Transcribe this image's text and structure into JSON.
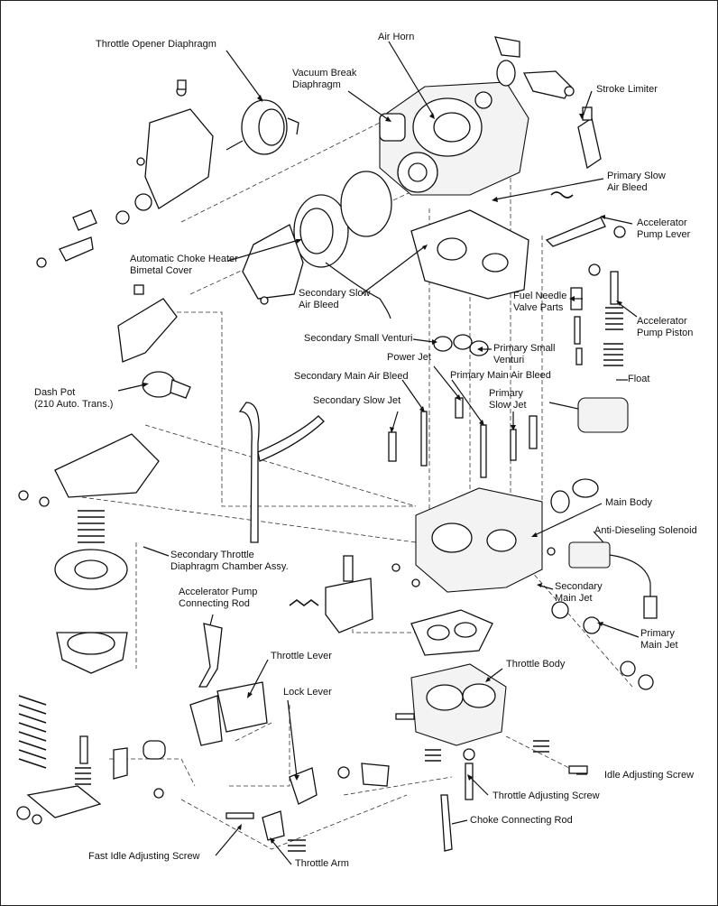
{
  "labels": [
    {
      "id": "throttle-opener-diaphragm",
      "text": "Throttle Opener Diaphragm"
    },
    {
      "id": "air-horn",
      "text": "Air Horn"
    },
    {
      "id": "vacuum-break-diaphragm",
      "text": "Vacuum Break\nDiaphragm"
    },
    {
      "id": "stroke-limiter",
      "text": "Stroke Limiter"
    },
    {
      "id": "primary-slow-air-bleed",
      "text": "Primary Slow\nAir Bleed"
    },
    {
      "id": "accelerator-pump-lever",
      "text": "Accelerator\nPump Lever"
    },
    {
      "id": "automatic-choke-heater-bimetal-cover",
      "text": "Automatic Choke Heater\nBimetal Cover"
    },
    {
      "id": "secondary-slow-air-bleed",
      "text": "Secondary Slow\nAir Bleed"
    },
    {
      "id": "fuel-needle-valve-parts",
      "text": "Fuel Needle\nValve Parts"
    },
    {
      "id": "accelerator-pump-piston",
      "text": "Accelerator\nPump Piston"
    },
    {
      "id": "secondary-small-venturi",
      "text": "Secondary Small Venturi"
    },
    {
      "id": "primary-small-venturi",
      "text": "Primary Small\nVenturi"
    },
    {
      "id": "power-jet",
      "text": "Power Jet"
    },
    {
      "id": "secondary-main-air-bleed",
      "text": "Secondary Main Air Bleed"
    },
    {
      "id": "primary-main-air-bleed",
      "text": "Primary Main Air Bleed"
    },
    {
      "id": "float",
      "text": "Float"
    },
    {
      "id": "dash-pot",
      "text": "Dash Pot\n(210 Auto. Trans.)"
    },
    {
      "id": "secondary-slow-jet",
      "text": "Secondary Slow Jet"
    },
    {
      "id": "primary-slow-jet",
      "text": "Primary\nSlow Jet"
    },
    {
      "id": "main-body",
      "text": "Main Body"
    },
    {
      "id": "anti-dieseling-solenoid",
      "text": "Anti-Dieseling Solenoid"
    },
    {
      "id": "secondary-throttle-diaphragm-chamber-assy",
      "text": "Secondary Throttle\nDiaphragm Chamber Assy."
    },
    {
      "id": "secondary-main-jet",
      "text": "Secondary\nMain Jet"
    },
    {
      "id": "accelerator-pump-connecting-rod",
      "text": "Accelerator Pump\nConnecting Rod"
    },
    {
      "id": "primary-main-jet",
      "text": "Primary\nMain Jet"
    },
    {
      "id": "throttle-body",
      "text": "Throttle Body"
    },
    {
      "id": "throttle-lever",
      "text": "Throttle Lever"
    },
    {
      "id": "lock-lever",
      "text": "Lock Lever"
    },
    {
      "id": "idle-adjusting-screw",
      "text": "Idle Adjusting Screw"
    },
    {
      "id": "throttle-adjusting-screw",
      "text": "Throttle Adjusting Screw"
    },
    {
      "id": "choke-connecting-rod",
      "text": "Choke Connecting Rod"
    },
    {
      "id": "fast-idle-adjusting-screw",
      "text": "Fast Idle Adjusting Screw"
    },
    {
      "id": "throttle-arm",
      "text": "Throttle Arm"
    }
  ]
}
